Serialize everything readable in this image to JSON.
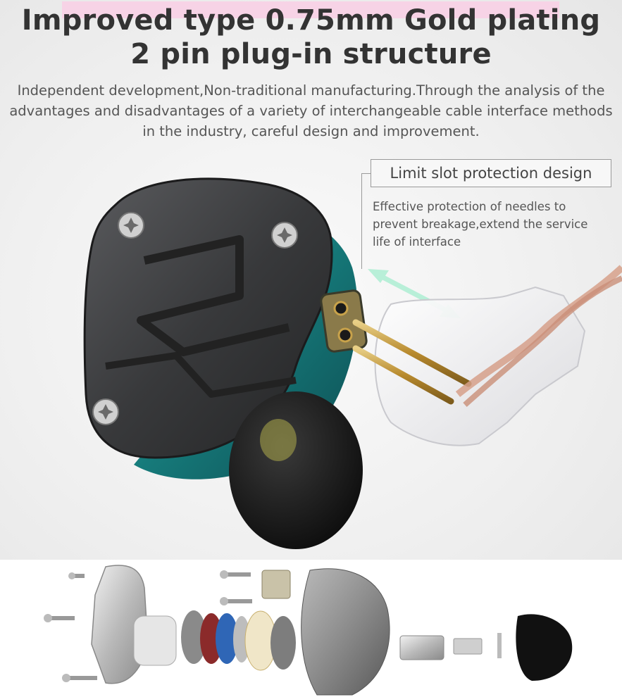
{
  "headline": {
    "line1": "Improved type 0.75mm Gold plating",
    "line2": "2 pin plug-in structure"
  },
  "intro": "Independent development,Non-traditional manufacturing.Through the analysis of the advantages and disadvantages of a variety of interchangeable cable interface methods in the industry, careful design and improvement.",
  "callout": {
    "title": "Limit slot protection design",
    "description": "Effective protection of needles to prevent breakage,extend the service life of interface"
  },
  "colors": {
    "headline_highlight": "#f7d3e6",
    "shell_teal": "#1c8f8a",
    "faceplate": "#3a3b3d",
    "arrow_mint": "#b8efd8",
    "gold_pin": "#c8a24a",
    "cable_copper": "#d6a08a"
  }
}
